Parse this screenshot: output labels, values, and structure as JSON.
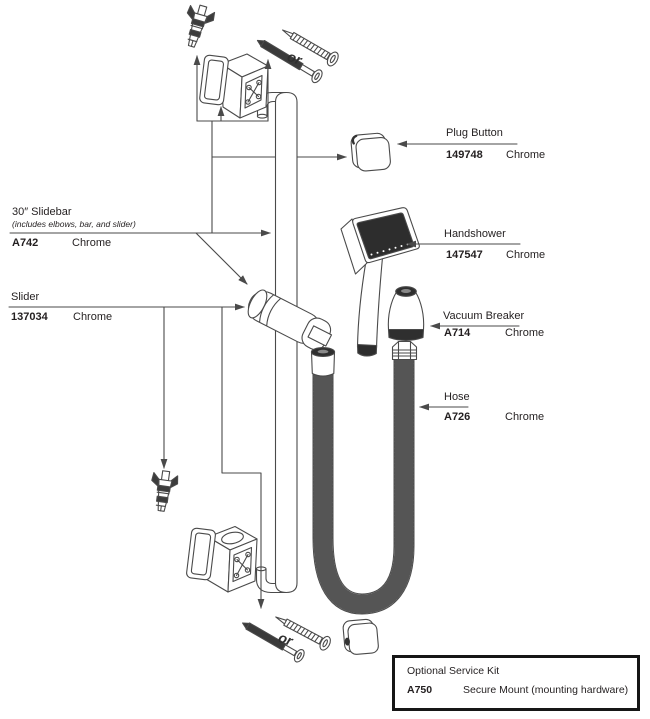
{
  "callouts": {
    "slidebar": {
      "title": "30″ Slidebar",
      "subtitle": "(includes elbows, bar, and slider)",
      "part_number": "A742",
      "finish": "Chrome"
    },
    "slider": {
      "title": "Slider",
      "part_number": "137034",
      "finish": "Chrome"
    },
    "plug_button": {
      "title": "Plug Button",
      "part_number": "149748",
      "finish": "Chrome"
    },
    "handshower": {
      "title": "Handshower",
      "part_number": "147547",
      "finish": "Chrome"
    },
    "vacuum_breaker": {
      "title": "Vacuum Breaker",
      "part_number": "A714",
      "finish": "Chrome"
    },
    "hose": {
      "title": "Hose",
      "part_number": "A726",
      "finish": "Chrome"
    }
  },
  "service_kit": {
    "title": "Optional Service Kit",
    "part_number": "A750",
    "description": "Secure Mount (mounting hardware)"
  },
  "annotations": {
    "or_label": "or"
  },
  "colors": {
    "line": "#4a4a4a",
    "text": "#231f20",
    "background": "#ffffff"
  }
}
